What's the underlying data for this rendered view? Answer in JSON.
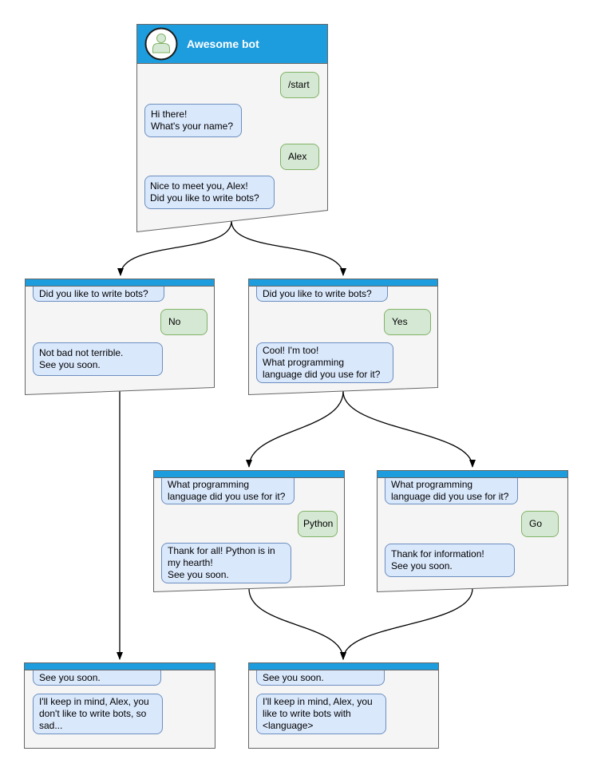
{
  "diagram": {
    "kind": "chatbot-conversation-flowchart"
  },
  "colors": {
    "titlebar_blue": "#1E9DDE",
    "window_bg": "#F5F5F5",
    "window_border": "#666666",
    "bot_bubble_bg": "#DAE8FC",
    "bot_bubble_border": "#6C8EBF",
    "user_bubble_bg": "#D5E8D4",
    "user_bubble_border": "#82B366",
    "arrow": "#000000"
  },
  "main_window": {
    "title": "Awesome bot",
    "avatar_icon": "person-icon",
    "messages": [
      {
        "from": "user",
        "text": "/start"
      },
      {
        "from": "bot",
        "text": "Hi there!\nWhat's your name?"
      },
      {
        "from": "user",
        "text": "Alex"
      },
      {
        "from": "bot",
        "text": "Nice to meet you, Alex!\nDid you like to write bots?"
      }
    ]
  },
  "branch_no": {
    "messages": [
      {
        "from": "bot",
        "text": "Did you like to write bots?"
      },
      {
        "from": "user",
        "text": "No"
      },
      {
        "from": "bot",
        "text": "Not bad not terrible.\nSee you soon."
      }
    ]
  },
  "branch_yes": {
    "messages": [
      {
        "from": "bot",
        "text": "Did you like to write bots?"
      },
      {
        "from": "user",
        "text": "Yes"
      },
      {
        "from": "bot",
        "text": "Cool! I'm too!\nWhat programming\nlanguage did you use for it?"
      }
    ]
  },
  "branch_python": {
    "messages": [
      {
        "from": "bot",
        "text": "What programming\nlanguage did you use for it?"
      },
      {
        "from": "user",
        "text": "Python"
      },
      {
        "from": "bot",
        "text": "Thank for all! Python is in\nmy hearth!\nSee you soon."
      }
    ]
  },
  "branch_go": {
    "messages": [
      {
        "from": "bot",
        "text": "What programming\nlanguage did you use for it?"
      },
      {
        "from": "user",
        "text": "Go"
      },
      {
        "from": "bot",
        "text": "Thank for information!\nSee you soon."
      }
    ]
  },
  "end_no": {
    "messages": [
      {
        "from": "bot",
        "text": "See you soon."
      },
      {
        "from": "bot",
        "text": "I'll keep in mind, Alex, you\ndon't like to write bots, so\nsad..."
      }
    ]
  },
  "end_yes": {
    "messages": [
      {
        "from": "bot",
        "text": "See you soon."
      },
      {
        "from": "bot",
        "text": "I'll keep in mind, Alex, you\nlike to write bots with\n<language>"
      }
    ]
  },
  "flow": {
    "edges": [
      {
        "from": "main_window",
        "to": "branch_no"
      },
      {
        "from": "main_window",
        "to": "branch_yes"
      },
      {
        "from": "branch_no",
        "to": "end_no"
      },
      {
        "from": "branch_yes",
        "to": "branch_python"
      },
      {
        "from": "branch_yes",
        "to": "branch_go"
      },
      {
        "from": "branch_python",
        "to": "end_yes"
      },
      {
        "from": "branch_go",
        "to": "end_yes"
      }
    ]
  }
}
